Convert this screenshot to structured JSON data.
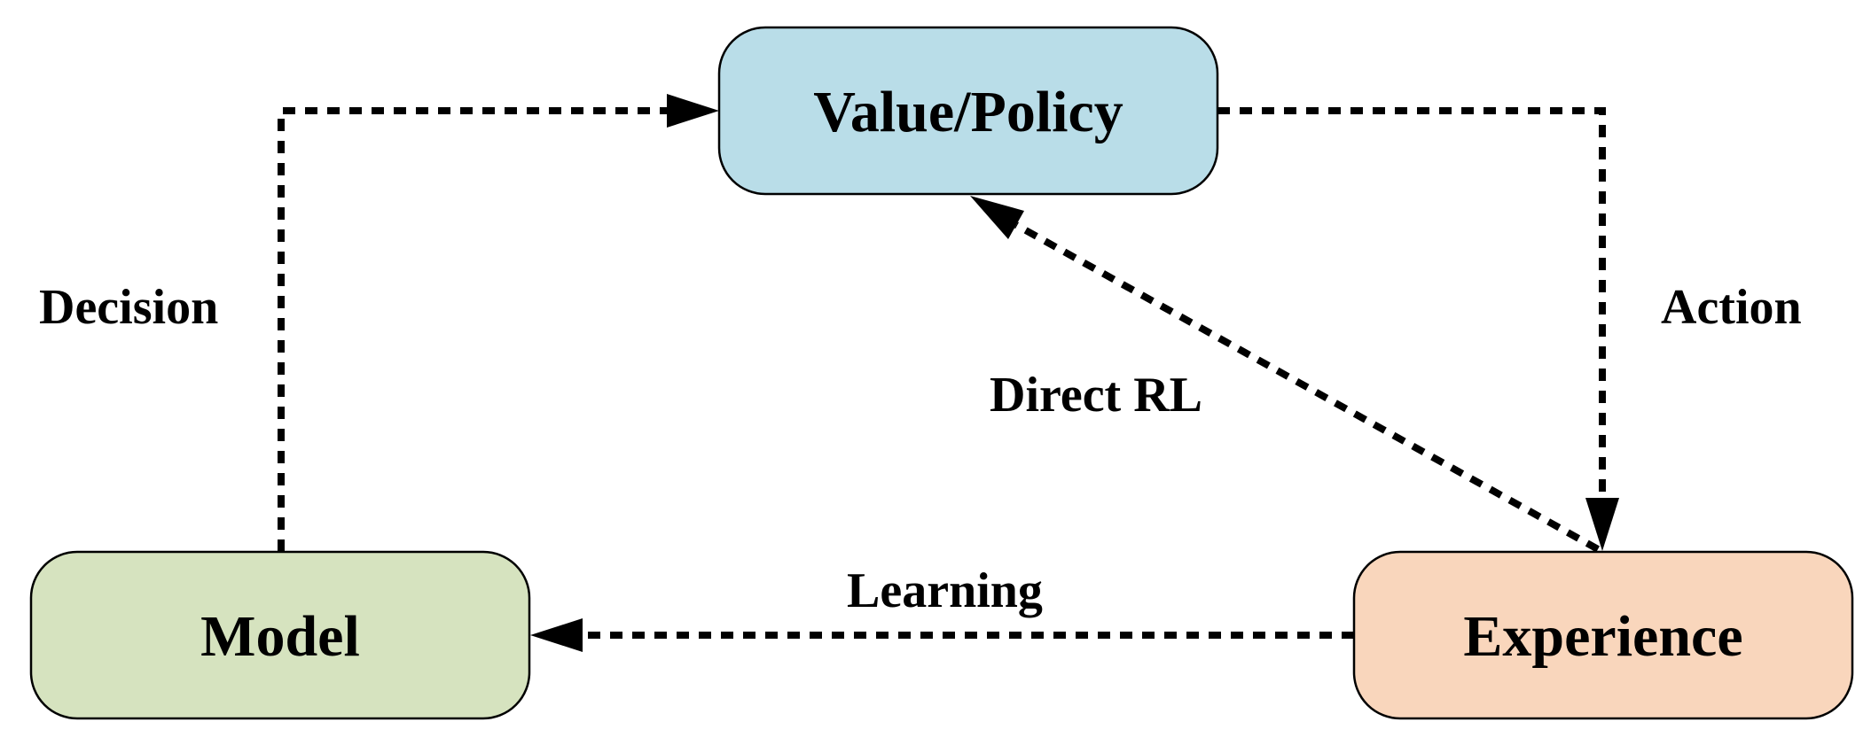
{
  "nodes": {
    "value_policy": {
      "label": "Value/Policy",
      "color": "#b9dde8"
    },
    "model": {
      "label": "Model",
      "color": "#d6e3bf"
    },
    "experience": {
      "label": "Experience",
      "color": "#f9d6bc"
    }
  },
  "edges": {
    "decision": {
      "label": "Decision",
      "from": "Model",
      "to": "Value/Policy"
    },
    "action": {
      "label": "Action",
      "from": "Value/Policy",
      "to": "Experience"
    },
    "direct_rl": {
      "label": "Direct RL",
      "from": "Experience",
      "to": "Value/Policy"
    },
    "learning": {
      "label": "Learning",
      "from": "Experience",
      "to": "Model"
    }
  }
}
